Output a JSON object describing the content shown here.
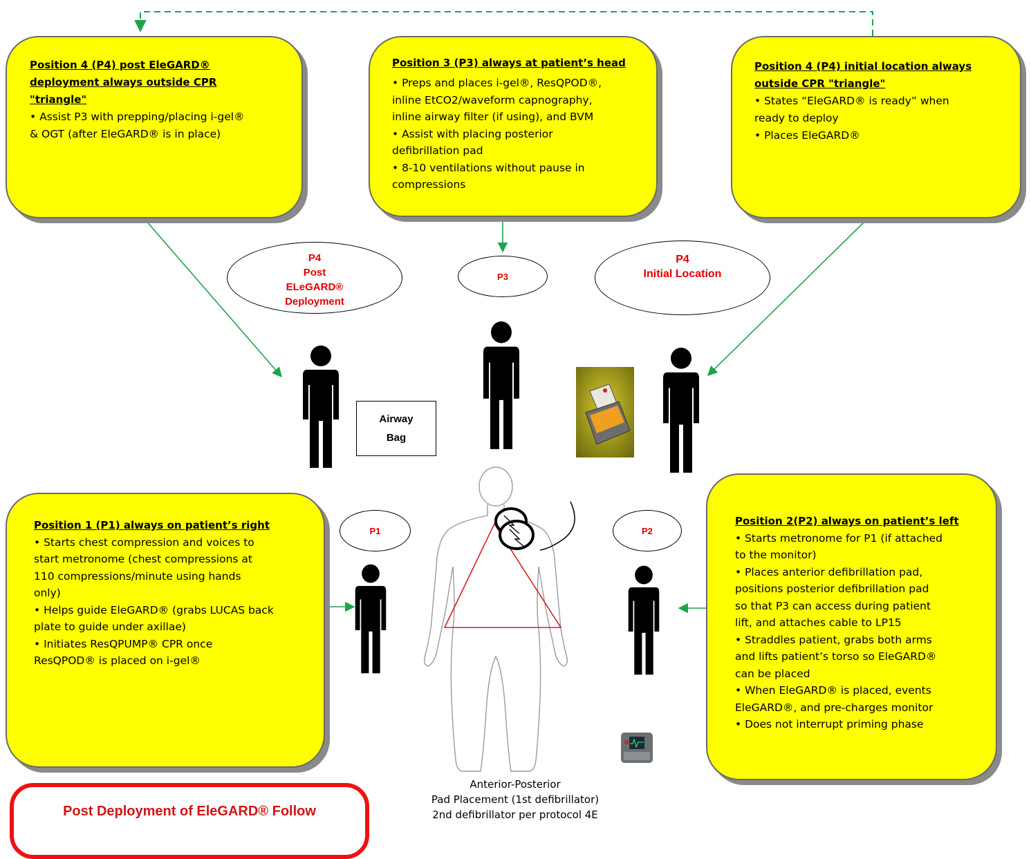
{
  "p4_post_box": {
    "title_lines": [
      "Position 4 (P4) post EleGARD®",
      "deployment always outside CPR",
      "\"triangle\""
    ],
    "items": [
      "Assist P3 with prepping/placing i-gel®",
      "& OGT (after EleGARD® is in place)"
    ]
  },
  "p3_box": {
    "title": "Position 3 (P3) always at patient’s head",
    "lines": [
      "• Preps and places i-gel®, ResQPOD®,",
      "inline EtCO2/waveform capnography,",
      "inline airway filter (if using), and BVM",
      "• Assist with placing posterior",
      "defibrillation pad",
      "• 8-10 ventilations without pause in",
      "compressions"
    ]
  },
  "p4_initial_box": {
    "title_lines": [
      "Position 4 (P4) initial location always",
      "outside CPR \"triangle\""
    ],
    "lines": [
      "• States “EleGARD® is ready” when",
      "ready to deploy",
      "• Places EleGARD®"
    ]
  },
  "p1_box": {
    "title": "Position 1 (P1) always on patient’s right",
    "lines": [
      "• Starts chest compression and voices to",
      "start metronome (chest compressions at",
      "110 compressions/minute using hands",
      "only)",
      "• Helps guide EleGARD® (grabs LUCAS back",
      "plate to guide under axillae)",
      "• Initiates ResQPUMP® CPR once",
      "ResQPOD® is placed on i-gel®"
    ]
  },
  "p2_box": {
    "title": "Position 2(P2) always on patient’s left",
    "lines": [
      "• Starts metronome for P1 (if attached",
      "to the monitor)",
      "• Places anterior defibrillation pad,",
      "positions posterior defibrillation pad",
      "so that P3 can access during patient",
      "lift, and attaches cable to LP15",
      "• Straddles patient, grabs both arms",
      "and lifts patient’s torso so EleGARD®",
      "can be placed",
      "• When EleGARD® is placed, events",
      "EleGARD®, and pre-charges monitor",
      "• Does not interrupt priming phase"
    ]
  },
  "ellipses": {
    "p4_post": [
      "P4",
      "Post",
      "ELeGARD®",
      "Deployment"
    ],
    "p3": "P3",
    "p4_initial": [
      "P4",
      "Initial Location"
    ],
    "p1": "P1",
    "p2": "P2"
  },
  "airway_bag": [
    "Airway",
    "Bag"
  ],
  "pad_caption": [
    "Anterior-Posterior",
    "Pad Placement (1st defibrillator)",
    "2nd defibrillator per protocol 4E"
  ],
  "follow_box": "Post Deployment of EleGARD® Follow",
  "colors": {
    "box_fill": "#ffff00",
    "arrow": "#1fa34a",
    "red": "#e00000",
    "triangle": "#d42020"
  }
}
